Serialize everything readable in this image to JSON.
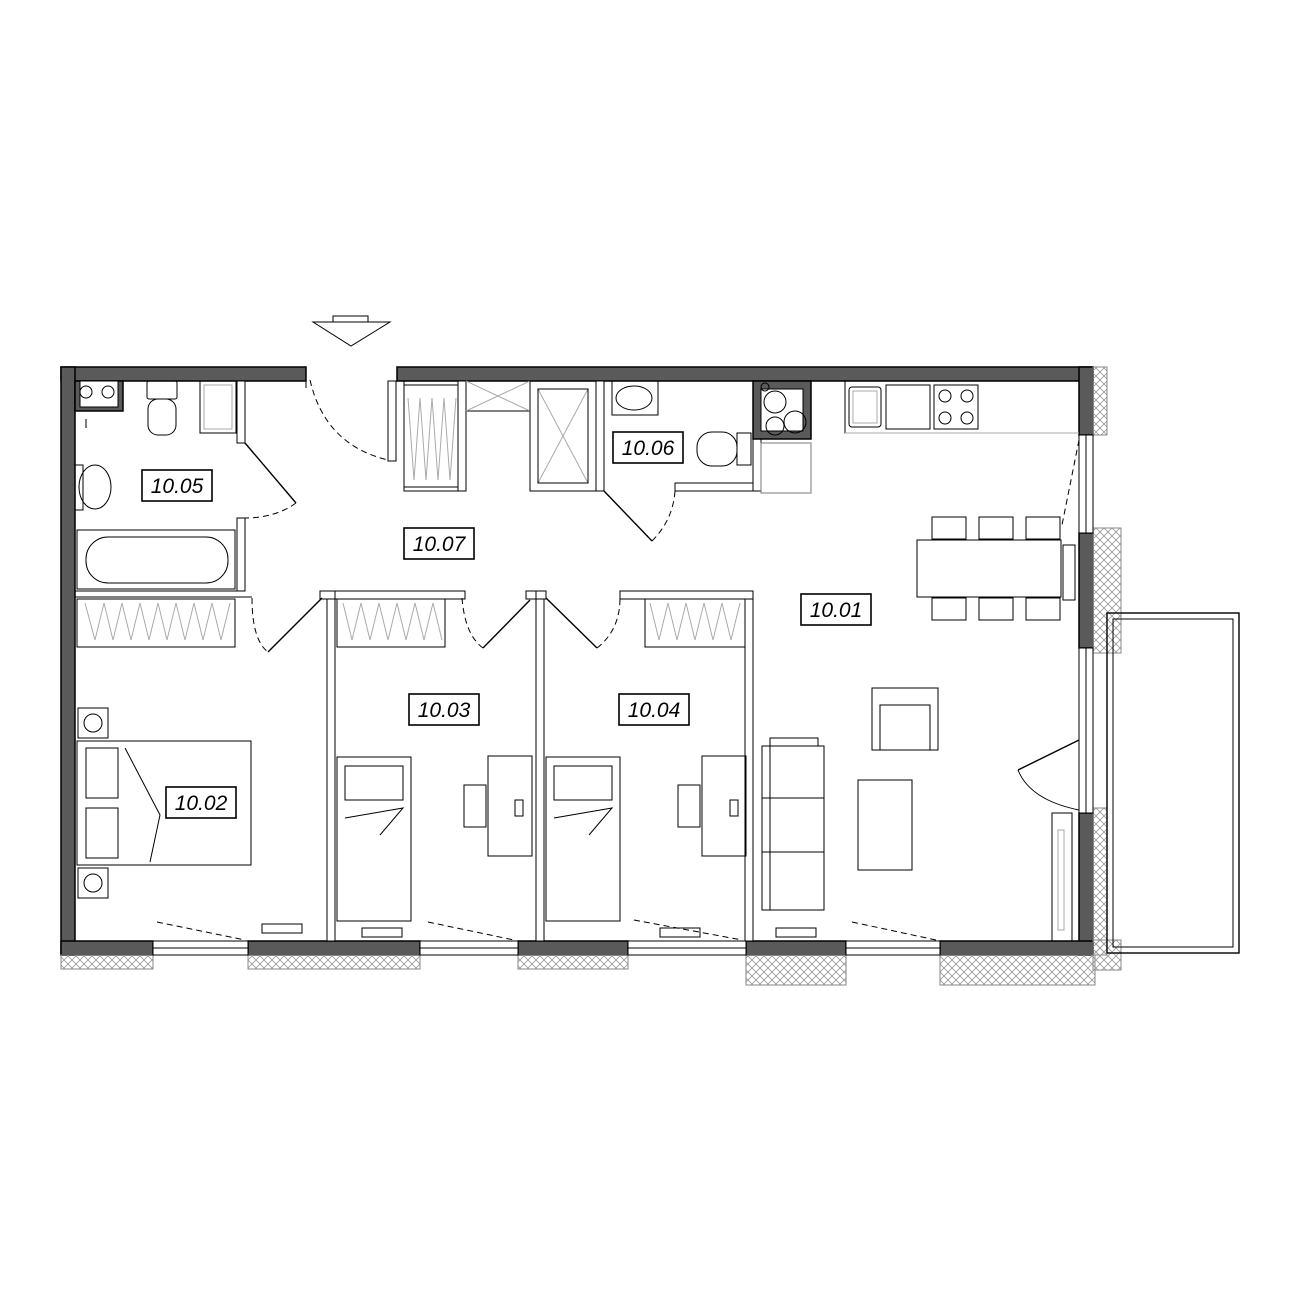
{
  "rooms": [
    {
      "id": "10.01",
      "label": "10.01"
    },
    {
      "id": "10.02",
      "label": "10.02"
    },
    {
      "id": "10.03",
      "label": "10.03"
    },
    {
      "id": "10.04",
      "label": "10.04"
    },
    {
      "id": "10.05",
      "label": "10.05"
    },
    {
      "id": "10.06",
      "label": "10.06"
    },
    {
      "id": "10.07",
      "label": "10.07"
    }
  ],
  "colors": {
    "wall_fill": "#5a5a5a",
    "line": "#000000",
    "background": "#ffffff"
  },
  "icons": [
    "entrance-arrow-icon",
    "riser-icon",
    "ventilation-icon"
  ]
}
